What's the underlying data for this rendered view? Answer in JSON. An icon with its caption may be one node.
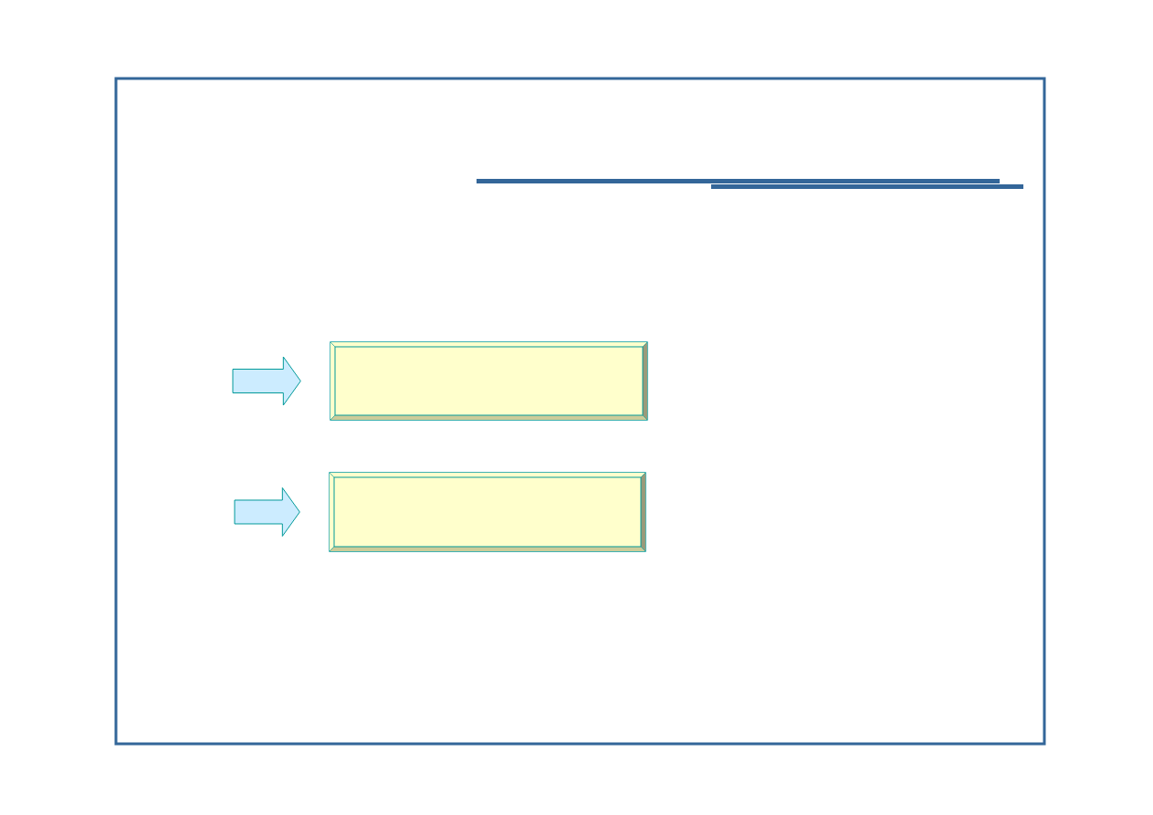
{
  "diagram": {
    "nodes": [
      {
        "text": [],
        "shape": "box"
      },
      {
        "text": [],
        "shape": "box"
      }
    ],
    "edges": [
      {
        "from": null,
        "to": 0,
        "arrow": "to"
      },
      {
        "from": null,
        "to": 1,
        "arrow": "to"
      }
    ]
  }
}
